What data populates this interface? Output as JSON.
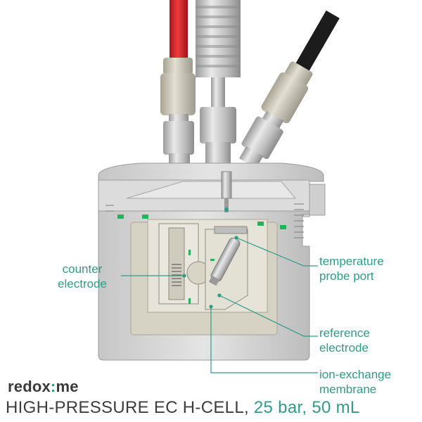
{
  "labels": {
    "counter": [
      "counter",
      "electrode"
    ],
    "temperature": [
      "temperature",
      "probe port"
    ],
    "reference": [
      "reference",
      "electrode"
    ],
    "ion": [
      "ion-exchange",
      "membrane"
    ]
  },
  "brand": {
    "part1": "redox",
    "sep": ":",
    "part2": "me"
  },
  "title": {
    "main": "HIGH-PRESSURE EC H-CELL,",
    "spec": "25 bar, 50 mL"
  },
  "colors": {
    "accent": "#2e9c86",
    "text": "#3d3d3d",
    "red_cable": "#d8262a",
    "black_cable": "#1c1c1c",
    "steel": "#c9c9c9"
  }
}
